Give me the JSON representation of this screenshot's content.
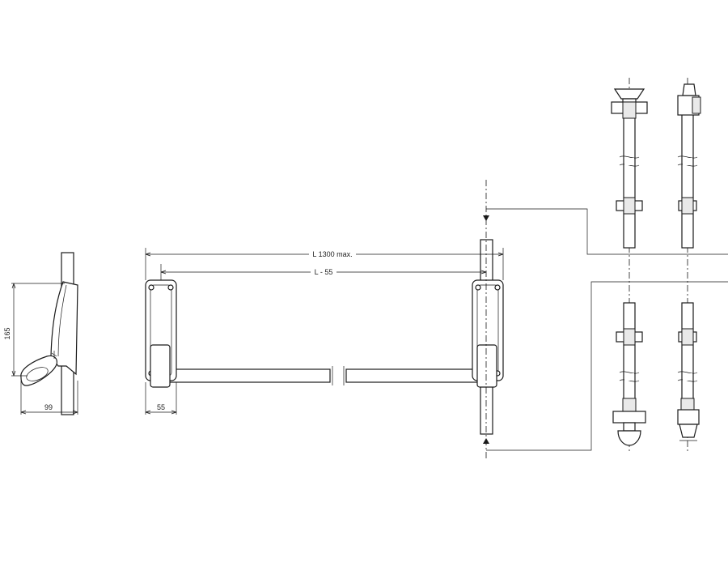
{
  "dimensions": {
    "length_max": "L 1300 max.",
    "length_minus": "L - 55",
    "height": "165",
    "depth": "99",
    "width": "55"
  }
}
